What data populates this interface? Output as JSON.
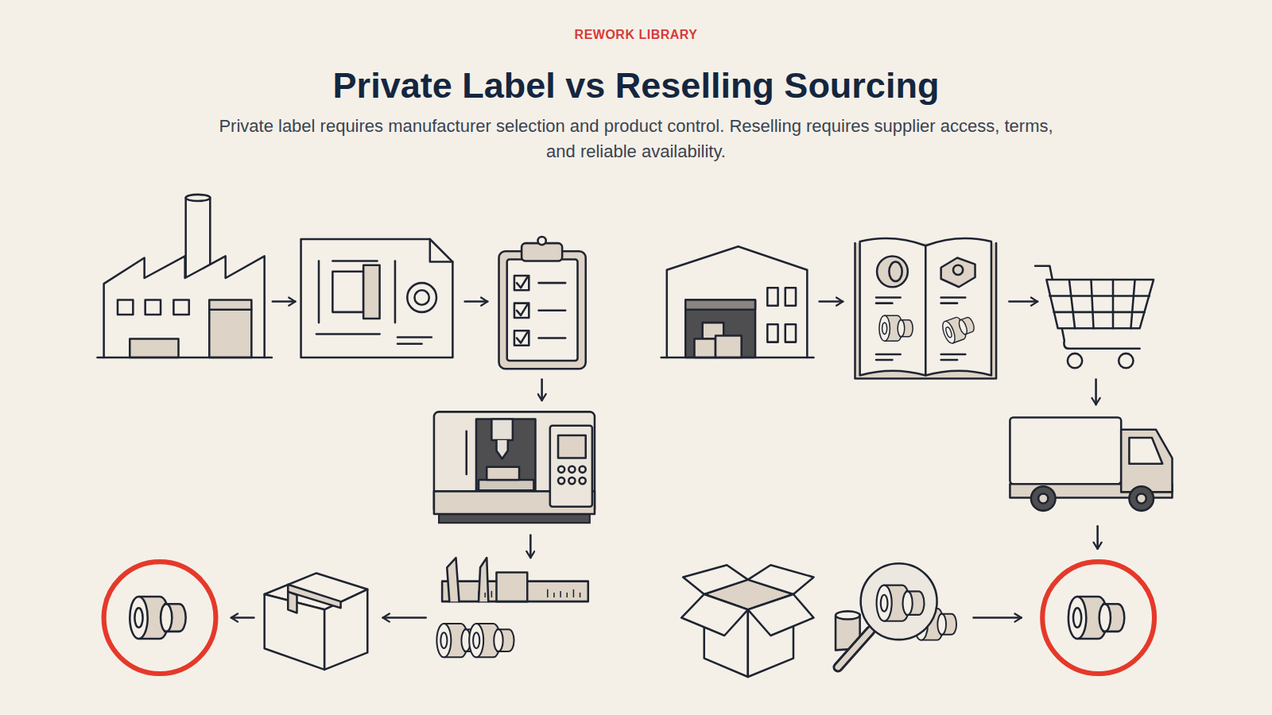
{
  "diagram": {
    "title": "Private Label vs Reselling Sourcing",
    "caption": "Private label requires manufacturer selection and product control. Reselling requires supplier access, terms, and reliable availability.",
    "labels": [
      "REWORK LIBRARY"
    ]
  }
}
